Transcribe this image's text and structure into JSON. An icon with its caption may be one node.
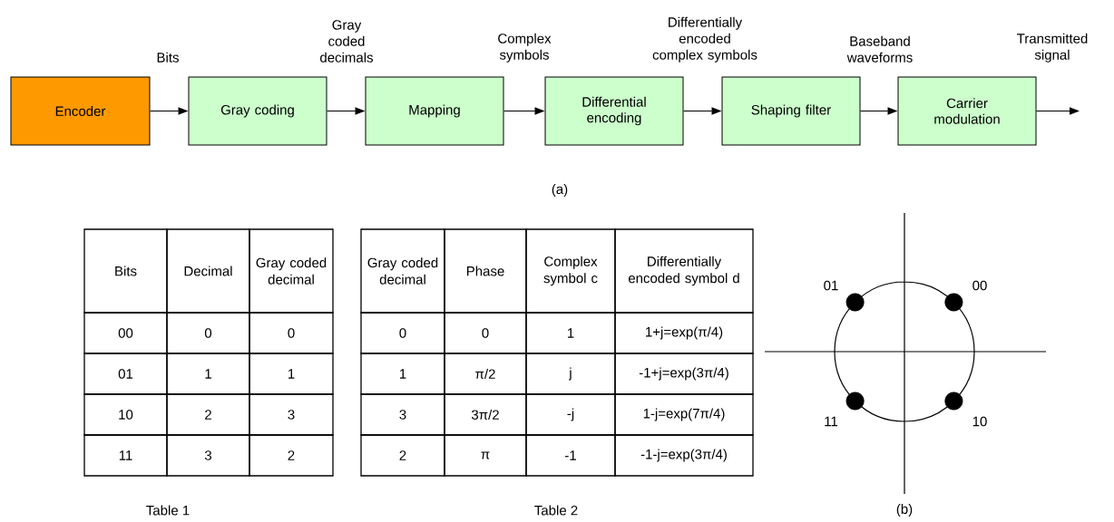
{
  "diagram": {
    "nodes": [
      {
        "text": [
          "Encoder"
        ]
      },
      {
        "text": [
          "Gray coding"
        ]
      },
      {
        "text": [
          "Mapping"
        ]
      },
      {
        "text": [
          "Differential encoding"
        ]
      },
      {
        "text": [
          "Shaping filter"
        ]
      },
      {
        "text": [
          "Carrier modulation"
        ]
      }
    ],
    "edges": [
      {
        "from": 0,
        "to": 1,
        "arrow": "to",
        "label": "Bits"
      },
      {
        "from": 1,
        "to": 2,
        "arrow": "to",
        "label": "Gray coded decimals"
      },
      {
        "from": 2,
        "to": 3,
        "arrow": "to",
        "label": "Complex symbols"
      },
      {
        "from": 3,
        "to": 4,
        "arrow": "to",
        "label": "Differentially encoded complex symbols"
      },
      {
        "from": 4,
        "to": 5,
        "arrow": "to",
        "label": "Baseband waveforms"
      },
      {
        "from": 5,
        "to": null,
        "arrow": "to",
        "label": "Transmitted signal"
      }
    ],
    "labels": [
      "(a)",
      "Bits",
      "Decimal",
      "Gray coded decimal",
      "00",
      "0",
      "0",
      "01",
      "1",
      "1",
      "10",
      "2",
      "3",
      "11",
      "3",
      "2",
      "Gray coded decimal",
      "Phase",
      "Complex symbol c",
      "Differentially encoded symbol d",
      "0",
      "0",
      "1",
      "1+j=exp(π/4)",
      "1",
      "π/2",
      "j",
      "-1+j=exp(3π/4)",
      "3",
      "3π/2",
      "-j",
      "1-j=exp(7π/4)",
      "2",
      "π",
      "-1",
      "-1-j=exp(3π/4)",
      "01",
      "00",
      "11",
      "10",
      "Table 1",
      "Table 2",
      "(b)"
    ]
  }
}
